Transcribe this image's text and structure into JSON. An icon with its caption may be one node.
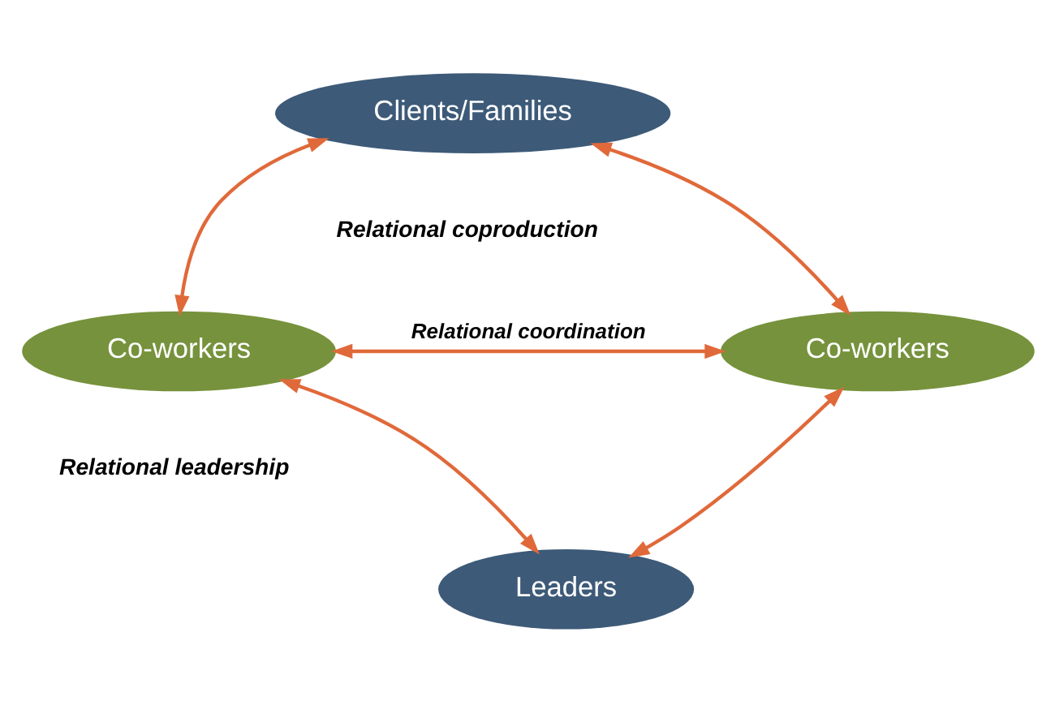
{
  "diagram": {
    "nodes": [
      {
        "text": [
          "Clients/Families"
        ]
      },
      {
        "text": [
          "Co-workers"
        ]
      },
      {
        "text": [
          "Co-workers"
        ]
      },
      {
        "text": [
          "Leaders"
        ]
      }
    ],
    "edges": [
      {
        "from": 0,
        "to": 1,
        "arrow": "both"
      },
      {
        "from": 0,
        "to": 2,
        "arrow": "both"
      },
      {
        "from": 1,
        "to": 2,
        "arrow": "both",
        "label": "Relational coordination"
      },
      {
        "from": 1,
        "to": 3,
        "arrow": "both"
      },
      {
        "from": 2,
        "to": 3,
        "arrow": "both"
      }
    ],
    "labels": [
      "Relational coproduction",
      "Relational leadership"
    ]
  }
}
